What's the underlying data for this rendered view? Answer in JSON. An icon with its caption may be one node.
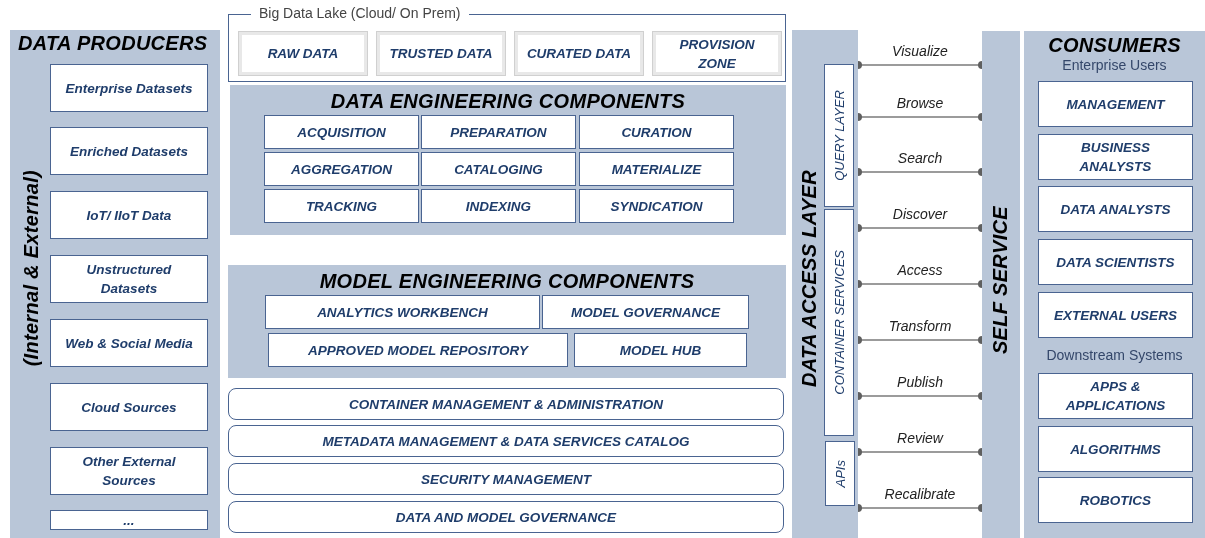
{
  "diagram": {
    "nodes": [
      {
        "text": [
          "DATA PRODUCERS",
          "(Internal & External)"
        ]
      },
      {
        "text": [
          "Enterprise Datasets"
        ],
        "in": 0
      },
      {
        "text": [
          "Enriched Datasets"
        ],
        "in": 0
      },
      {
        "text": [
          "IoT/ IIoT Data"
        ],
        "in": 0
      },
      {
        "text": [
          "Unstructured Datasets"
        ],
        "in": 0
      },
      {
        "text": [
          "Web & Social Media"
        ],
        "in": 0
      },
      {
        "text": [
          "Cloud Sources"
        ],
        "in": 0
      },
      {
        "text": [
          "Other External Sources"
        ],
        "in": 0
      },
      {
        "text": [
          "..."
        ],
        "in": 0
      },
      {
        "text": [
          "Big Data Lake (Cloud/ On Prem)"
        ]
      },
      {
        "text": [
          "RAW DATA"
        ],
        "in": 9
      },
      {
        "text": [
          "TRUSTED DATA"
        ],
        "in": 9
      },
      {
        "text": [
          "CURATED DATA"
        ],
        "in": 9
      },
      {
        "text": [
          "PROVISION ZONE"
        ],
        "in": 9
      },
      {
        "text": [
          "DATA ENGINEERING COMPONENTS"
        ]
      },
      {
        "text": [
          "ACQUISITION"
        ],
        "in": 14
      },
      {
        "text": [
          "PREPARATION"
        ],
        "in": 14
      },
      {
        "text": [
          "CURATION"
        ],
        "in": 14
      },
      {
        "text": [
          "AGGREGATION"
        ],
        "in": 14
      },
      {
        "text": [
          "CATALOGING"
        ],
        "in": 14
      },
      {
        "text": [
          "MATERIALIZE"
        ],
        "in": 14
      },
      {
        "text": [
          "TRACKING"
        ],
        "in": 14
      },
      {
        "text": [
          "INDEXING"
        ],
        "in": 14
      },
      {
        "text": [
          "SYNDICATION"
        ],
        "in": 14
      },
      {
        "text": [
          "MODEL ENGINEERING COMPONENTS"
        ]
      },
      {
        "text": [
          "ANALYTICS WORKBENCH"
        ],
        "in": 24
      },
      {
        "text": [
          "MODEL GOVERNANCE"
        ],
        "in": 24
      },
      {
        "text": [
          "APPROVED MODEL REPOSITORY"
        ],
        "in": 24
      },
      {
        "text": [
          "MODEL HUB"
        ],
        "in": 24
      },
      {
        "text": [
          "CONTAINER MANAGEMENT & ADMINISTRATION"
        ]
      },
      {
        "text": [
          "METADATA MANAGEMENT & DATA SERVICES CATALOG"
        ]
      },
      {
        "text": [
          "SECURITY MANAGEMENT"
        ]
      },
      {
        "text": [
          "DATA AND MODEL GOVERNANCE"
        ]
      },
      {
        "text": [
          "DATA ACCESS LAYER"
        ]
      },
      {
        "text": [
          "QUERY LAYER"
        ],
        "in": 33
      },
      {
        "text": [
          "CONTAINER SERVICES"
        ],
        "in": 33
      },
      {
        "text": [
          "APIs"
        ],
        "in": 33
      },
      {
        "text": [
          "SELF SERVICE"
        ]
      },
      {
        "text": [
          "CONSUMERS",
          "Enterprise Users",
          "Downstream Systems"
        ]
      },
      {
        "text": [
          "MANAGEMENT"
        ],
        "in": 38
      },
      {
        "text": [
          "BUSINESS ANALYSTS"
        ],
        "in": 38
      },
      {
        "text": [
          "DATA ANALYSTS"
        ],
        "in": 38
      },
      {
        "text": [
          "DATA SCIENTISTS"
        ],
        "in": 38
      },
      {
        "text": [
          "EXTERNAL USERS"
        ],
        "in": 38
      },
      {
        "text": [
          "APPS & APPLICATIONS"
        ],
        "in": 38
      },
      {
        "text": [
          "ALGORITHMS"
        ],
        "in": 38
      },
      {
        "text": [
          "ROBOTICS"
        ],
        "in": 38
      }
    ],
    "edges": [
      {
        "from": 33,
        "to": 37,
        "label": "Visualize",
        "arrow": "other"
      },
      {
        "from": 33,
        "to": 37,
        "label": "Browse",
        "arrow": "other"
      },
      {
        "from": 33,
        "to": 37,
        "label": "Search",
        "arrow": "other"
      },
      {
        "from": 33,
        "to": 37,
        "label": "Discover",
        "arrow": "other"
      },
      {
        "from": 33,
        "to": 37,
        "label": "Access",
        "arrow": "other"
      },
      {
        "from": 33,
        "to": 37,
        "label": "Transform",
        "arrow": "other"
      },
      {
        "from": 33,
        "to": 37,
        "label": "Publish",
        "arrow": "other"
      },
      {
        "from": 33,
        "to": 37,
        "label": "Review",
        "arrow": "other"
      },
      {
        "from": 33,
        "to": 37,
        "label": "Recalibrate",
        "arrow": "other"
      }
    ]
  }
}
